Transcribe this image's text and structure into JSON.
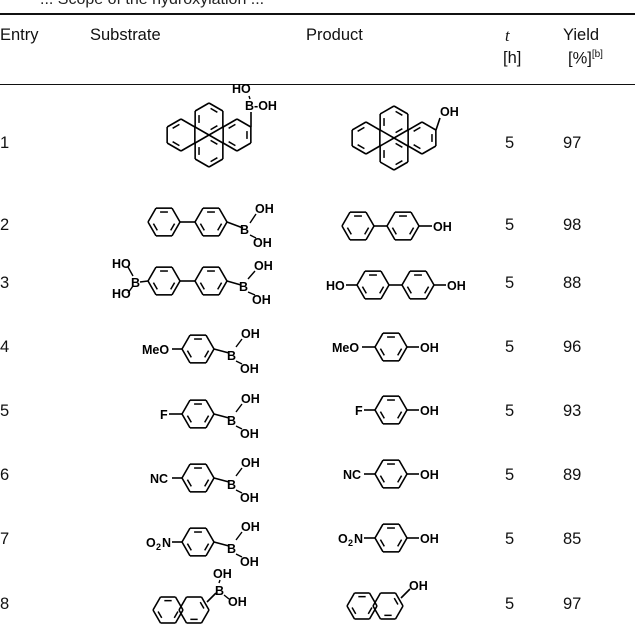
{
  "caption": "... Scope of the hydroxylation ...",
  "headers": {
    "entry": "Entry",
    "substrate": "Substrate",
    "product": "Product",
    "time_symbol": "t",
    "time_unit": "[h]",
    "yield": "Yield",
    "yield_unit": "[%]",
    "yield_note": "[b]"
  },
  "rows": [
    {
      "entry": "1",
      "substrate": "pyrene-1-boronic acid",
      "product": "1-hydroxypyrene",
      "time": "5",
      "yield": "97"
    },
    {
      "entry": "2",
      "substrate": "biphenyl-4-boronic acid",
      "product": "4-phenylphenol",
      "time": "5",
      "yield": "98"
    },
    {
      "entry": "3",
      "substrate": "biphenyl-4,4'-diboronic acid",
      "product": "biphenyl-4,4'-diol",
      "time": "5",
      "yield": "88"
    },
    {
      "entry": "4",
      "substrate": "4-methoxyphenylboronic acid",
      "product": "4-methoxyphenol",
      "time": "5",
      "yield": "96"
    },
    {
      "entry": "5",
      "substrate": "4-fluorophenylboronic acid",
      "product": "4-fluorophenol",
      "time": "5",
      "yield": "93"
    },
    {
      "entry": "6",
      "substrate": "4-cyanophenylboronic acid",
      "product": "4-cyanophenol",
      "time": "5",
      "yield": "89"
    },
    {
      "entry": "7",
      "substrate": "4-nitrophenylboronic acid",
      "product": "4-nitrophenol",
      "time": "5",
      "yield": "85"
    },
    {
      "entry": "8",
      "substrate": "naphthalene-2-boronic acid",
      "product": "2-naphthol",
      "time": "5",
      "yield": "97"
    }
  ],
  "labels": {
    "ho": "HO",
    "oh": "OH",
    "b_oh": "B-OH",
    "b": "B",
    "meo": "MeO",
    "f": "F",
    "nc": "NC",
    "o2n_o": "O",
    "o2n_2": "2",
    "o2n_n": "N"
  }
}
